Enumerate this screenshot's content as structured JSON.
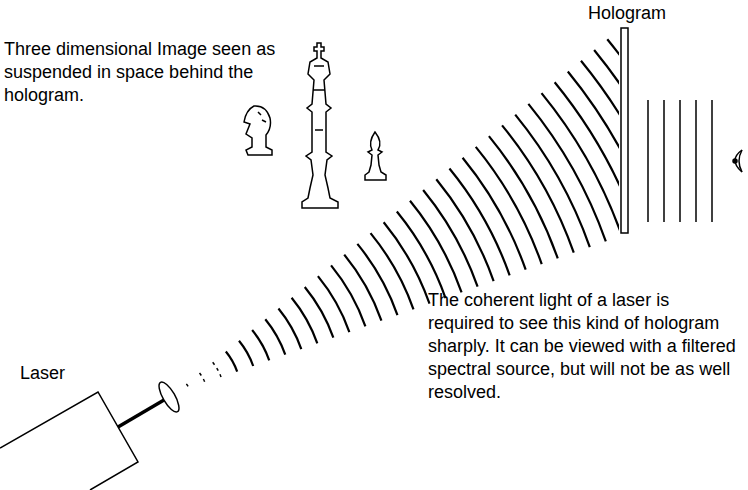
{
  "diagram": {
    "labels": [
      "Hologram",
      "Three dimensional Image seen as suspended in space behind the hologram.",
      "The coherent light of a laser is required to see this kind of hologram sharply. It can be viewed with a filtered spectral source, but will not be as well resolved.",
      "Laser"
    ]
  }
}
